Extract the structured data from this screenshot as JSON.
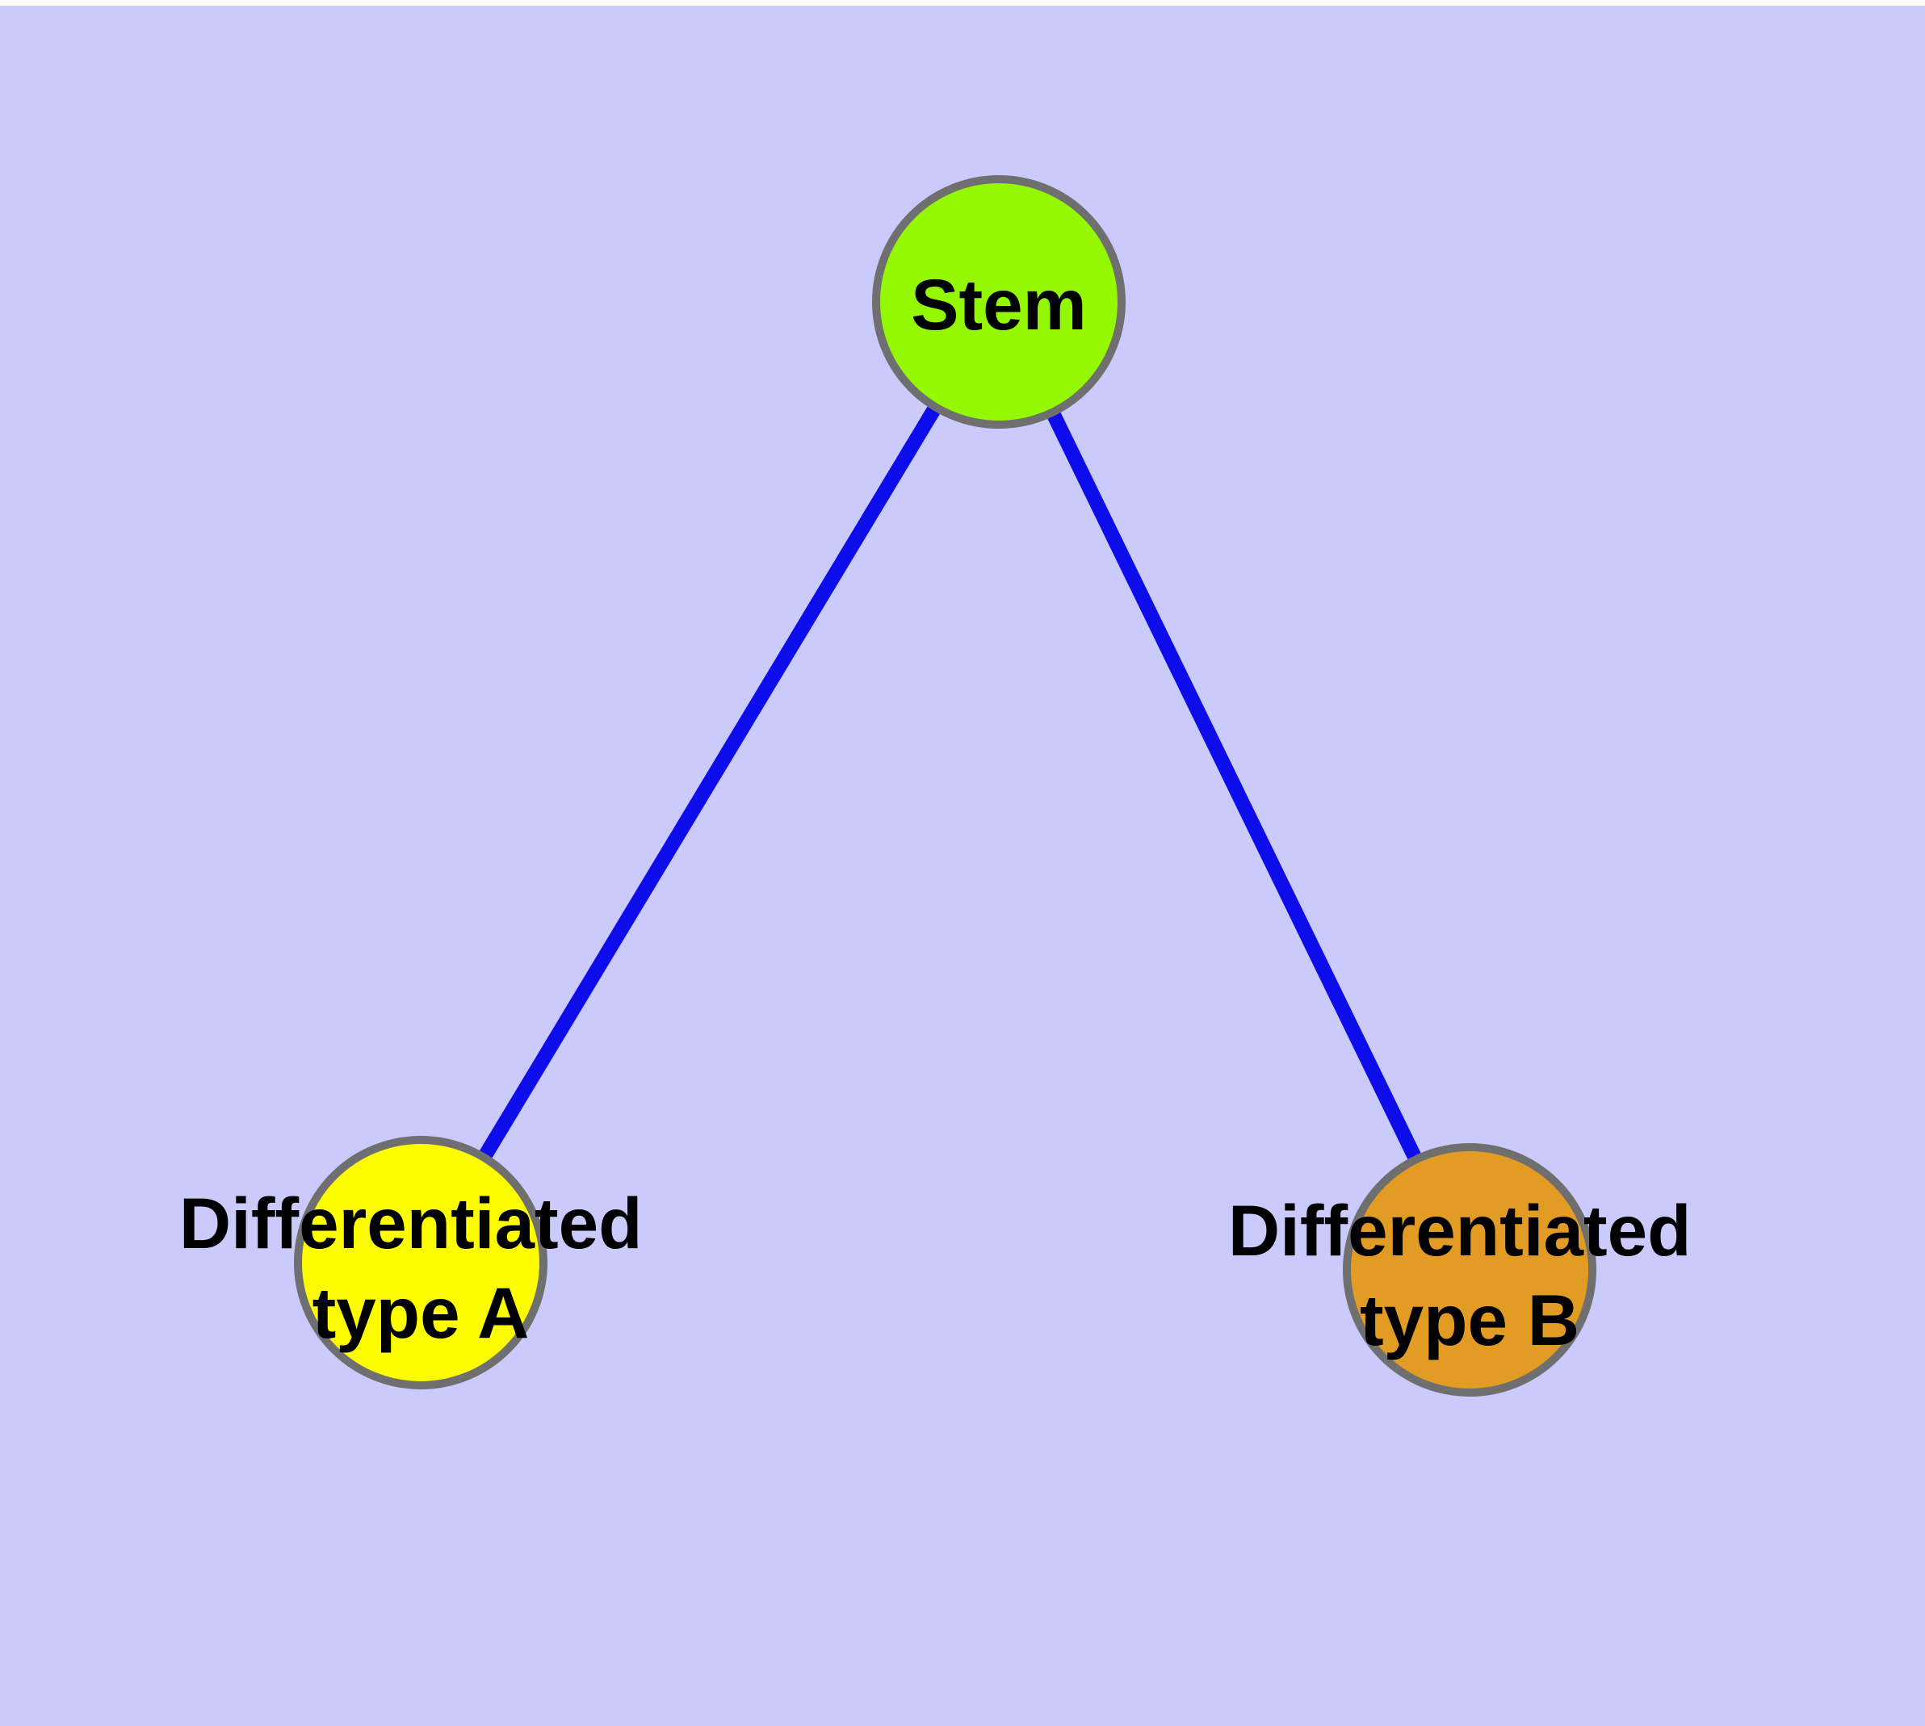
{
  "diagram": {
    "description": "Stem cell differentiation graph",
    "background_color": "#cacafc",
    "top_strip_color": "#ffffff",
    "edge_color": "#0d0deb",
    "node_border_color": "#6f6f6f",
    "label_color": "#000000",
    "nodes": {
      "stem": {
        "label": "Stem",
        "fill": "#93f802"
      },
      "type_a": {
        "label_line1": "Differentiated",
        "label_line2": "type A",
        "fill": "#fdfd00"
      },
      "type_b": {
        "label_line1": "Differentiated",
        "label_line2": "type B",
        "fill": "#e29b23"
      }
    },
    "edges": [
      {
        "from": "Stem",
        "to": "Differentiated type A"
      },
      {
        "from": "Stem",
        "to": "Differentiated type B"
      }
    ]
  }
}
